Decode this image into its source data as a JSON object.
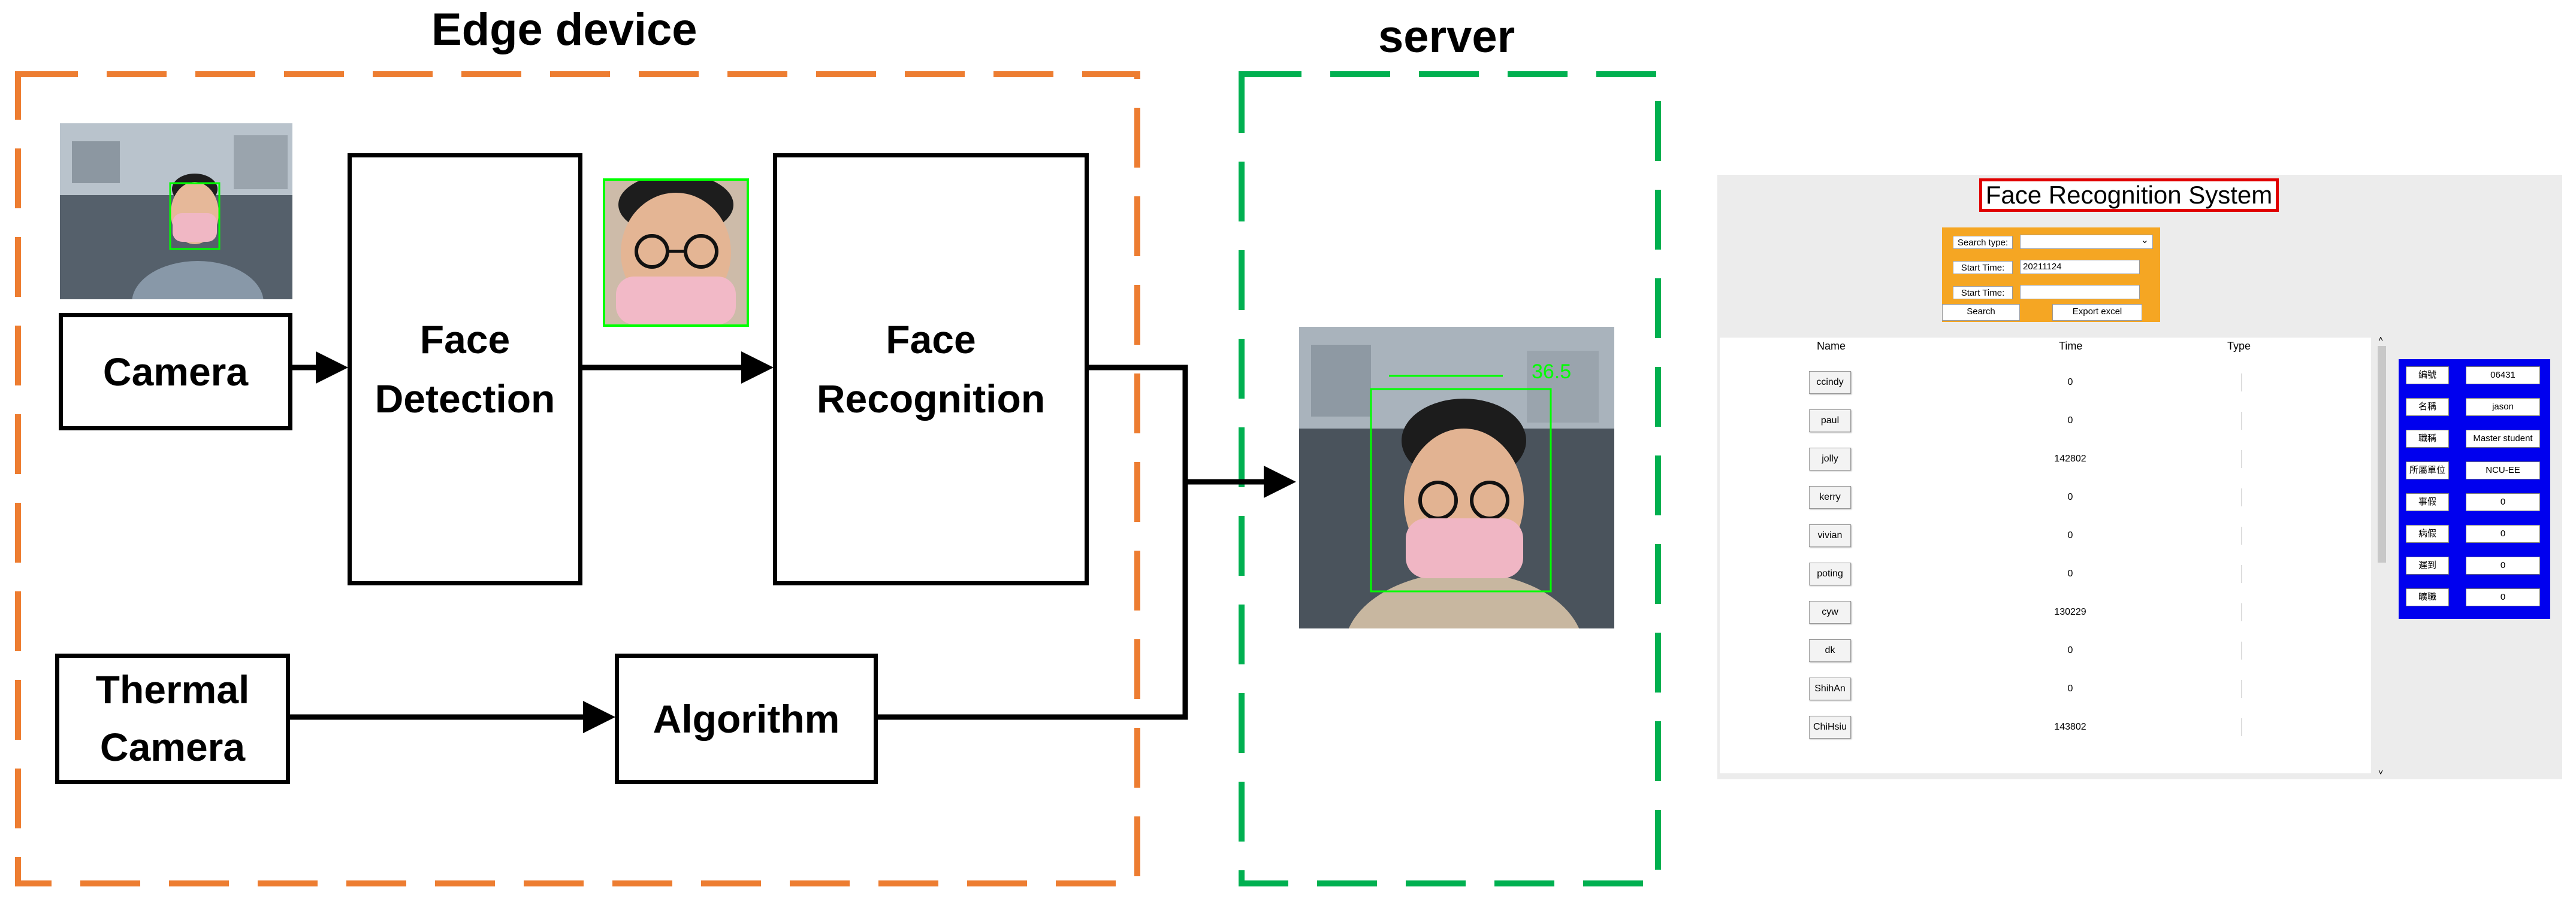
{
  "edge_title": "Edge device",
  "server_title": "server",
  "colors": {
    "edge_border": "#ED7D31",
    "server_border": "#00B050",
    "frame_red": "#e00000",
    "form_bg": "#f5a623",
    "info_bg": "#0000ee",
    "detect_box": "#00ff00"
  },
  "blocks": {
    "camera": "Camera",
    "face_detection": [
      "Face",
      "Detection"
    ],
    "face_recognition": [
      "Face",
      "Recognition"
    ],
    "thermal_camera": [
      "Thermal",
      "Camera"
    ],
    "algorithm": "Algorithm"
  },
  "server_overlay_text": "36.5",
  "frs": {
    "title": "Face Recognition System",
    "search_type_label": "Search type:",
    "start_time_label_1": "Start Time:",
    "start_time_value": "20211124",
    "start_time_label_2": "Start Time:",
    "start_time_value_2": "",
    "search_button": "Search",
    "export_button": "Export excel",
    "col_name": "Name",
    "col_time": "Time",
    "col_type": "Type",
    "rows": [
      {
        "name": "ccindy",
        "time": "0"
      },
      {
        "name": "paul",
        "time": "0"
      },
      {
        "name": "jolly",
        "time": "142802"
      },
      {
        "name": "kerry",
        "time": "0"
      },
      {
        "name": "vivian",
        "time": "0"
      },
      {
        "name": "poting",
        "time": "0"
      },
      {
        "name": "cyw",
        "time": "130229"
      },
      {
        "name": "dk",
        "time": "0"
      },
      {
        "name": "ShihAn",
        "time": "0"
      },
      {
        "name": "ChiHsiu",
        "time": "143802"
      }
    ],
    "info": [
      {
        "label": "編號",
        "value": "06431"
      },
      {
        "label": "名稱",
        "value": "jason"
      },
      {
        "label": "職稱",
        "value": "Master student"
      },
      {
        "label": "所屬單位",
        "value": "NCU-EE"
      },
      {
        "label": "事假",
        "value": "0"
      },
      {
        "label": "病假",
        "value": "0"
      },
      {
        "label": "遲到",
        "value": "0"
      },
      {
        "label": "曠職",
        "value": "0"
      }
    ]
  }
}
